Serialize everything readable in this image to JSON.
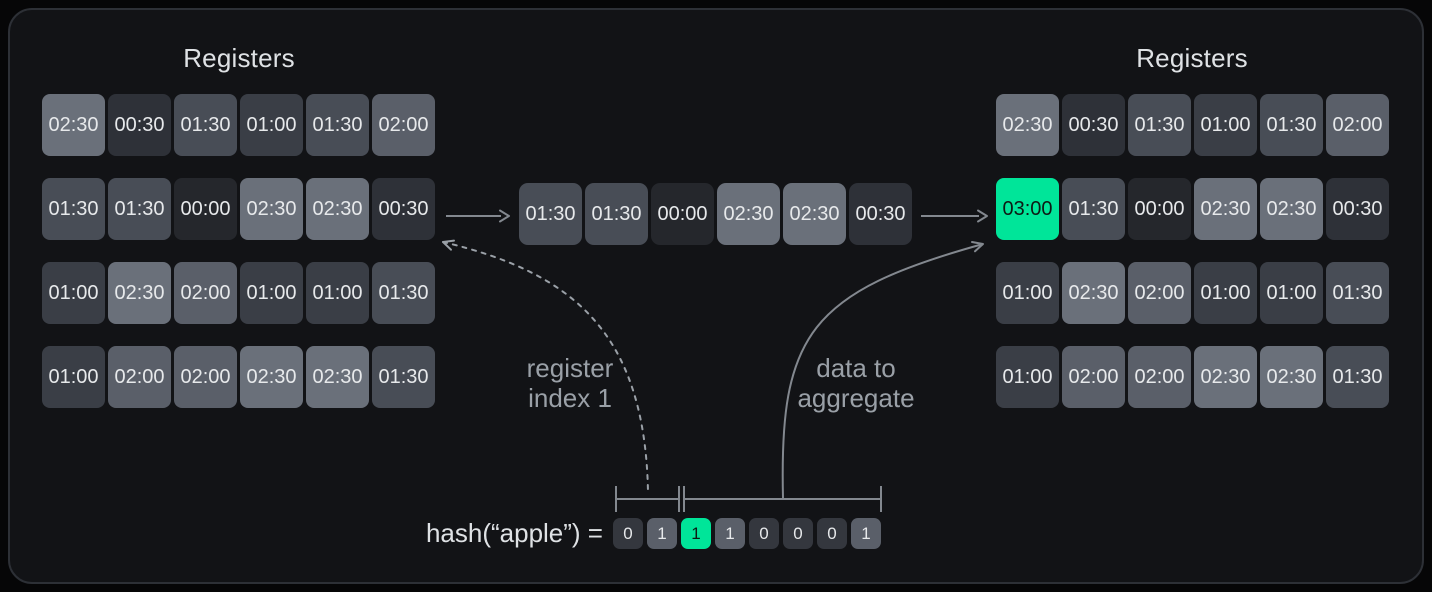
{
  "colors": {
    "background": "#060607",
    "card_bg": "#121316",
    "card_border": "#2d3036",
    "accent_green": "#00e599",
    "text_primary": "#dfe2e5",
    "text_secondary": "#9aa0a7",
    "text_on_green": "#0d1a14",
    "line_gray": "#83888f",
    "value_shades": {
      "00:00": "#25272c",
      "00:30": "#2e3138",
      "01:00": "#3a3e46",
      "01:30": "#484d56",
      "02:00": "#5a5f69",
      "02:30": "#6a707a",
      "03:00": "#00e599"
    },
    "bit_shades": {
      "0": "#34373e",
      "1": "#5a5f69"
    }
  },
  "left_registers": {
    "title": "Registers",
    "rows": [
      [
        "02:30",
        "00:30",
        "01:30",
        "01:00",
        "01:30",
        "02:00"
      ],
      [
        "01:30",
        "01:30",
        "00:00",
        "02:30",
        "02:30",
        "00:30"
      ],
      [
        "01:00",
        "02:30",
        "02:00",
        "01:00",
        "01:00",
        "01:30"
      ],
      [
        "01:00",
        "02:00",
        "02:00",
        "02:30",
        "02:30",
        "01:30"
      ]
    ]
  },
  "right_registers": {
    "title": "Registers",
    "rows": [
      [
        "02:30",
        "00:30",
        "01:30",
        "01:00",
        "01:30",
        "02:00"
      ],
      [
        "03:00",
        "01:30",
        "00:00",
        "02:30",
        "02:30",
        "00:30"
      ],
      [
        "01:00",
        "02:30",
        "02:00",
        "01:00",
        "01:00",
        "01:30"
      ],
      [
        "01:00",
        "02:00",
        "02:00",
        "02:30",
        "02:30",
        "01:30"
      ]
    ],
    "highlight": {
      "row": 1,
      "col": 0,
      "value": "03:00"
    }
  },
  "incoming_row": {
    "values": [
      "01:30",
      "01:30",
      "00:00",
      "02:30",
      "02:30",
      "00:30"
    ]
  },
  "labels": {
    "register_index": {
      "lines": [
        "register",
        "index 1"
      ]
    },
    "data_to_aggregate": {
      "lines": [
        "data to",
        "aggregate"
      ]
    }
  },
  "hash": {
    "label": "hash(“apple”) =",
    "bits": [
      "0",
      "1",
      "1",
      "1",
      "0",
      "0",
      "0",
      "1"
    ],
    "highlight_index": 2,
    "index_bit_count": 2
  }
}
